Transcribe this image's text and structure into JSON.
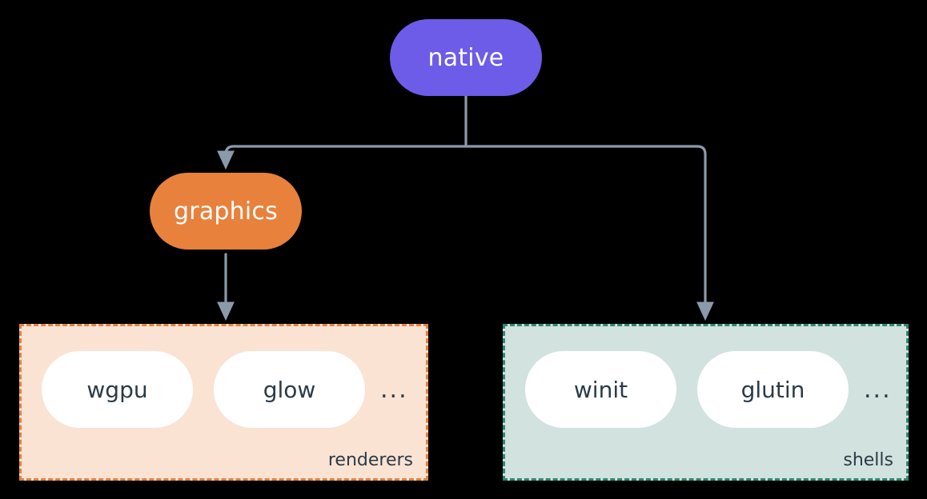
{
  "diagram": {
    "type": "flowchart",
    "direction": "top-down",
    "background": "#000000",
    "edge_color": "#8b9aab",
    "nodes": {
      "native": {
        "label": "native",
        "shape": "stadium",
        "fill": "#6c5ce8",
        "text_color": "#ffffff"
      },
      "graphics": {
        "label": "graphics",
        "shape": "stadium",
        "fill": "#e8813c",
        "text_color": "#ffffff"
      }
    },
    "groups": [
      {
        "id": "renderers",
        "label": "renderers",
        "fill": "#fae3d3",
        "border": "#e8813c",
        "border_style": "dashed",
        "items": [
          "wgpu",
          "glow"
        ],
        "overflow": "..."
      },
      {
        "id": "shells",
        "label": "shells",
        "fill": "#d2e2de",
        "border": "#2a8a72",
        "border_style": "dashed",
        "items": [
          "winit",
          "glutin"
        ],
        "overflow": "..."
      }
    ],
    "edges": [
      {
        "from": "native",
        "to": "graphics",
        "arrow": true
      },
      {
        "from": "native",
        "to": "shells",
        "arrow": true
      },
      {
        "from": "graphics",
        "to": "renderers",
        "arrow": true
      }
    ]
  }
}
